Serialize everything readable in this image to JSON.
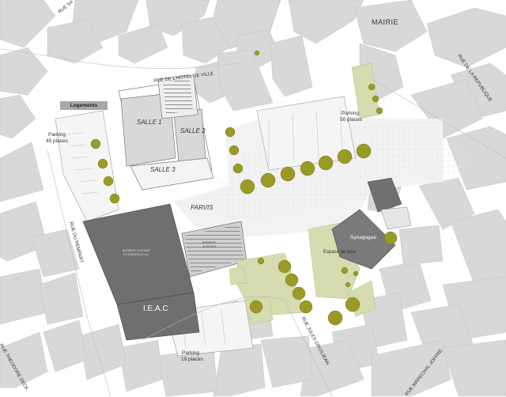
{
  "streets": {
    "hotel_de_ville": "RUE DE L'HOTEL DE VILLE",
    "republique": "RUE DE LA REPUBLIQUE",
    "rempart": "RUE DU REMPART",
    "theodore_deck": "RUE THEODORE DECK",
    "jules_grosjean": "RUE JULES GROSJEAN",
    "marechal_joffre": "RUE MARECHAL JOFFRE",
    "top_left_partial": "RUE SA"
  },
  "places": {
    "mairie": "MAIRIE",
    "logements": "Logements",
    "salle1": "SALLE 1",
    "salle2": "SALLE 2",
    "salle3": "SALLE 3",
    "parvis": "PARVIS",
    "synagogue": "Synagogue",
    "espace_jeux": "Espace de jeux",
    "ieac": "I.E.A.C",
    "batiment_a_line1": "BATIMENT EXISTANT",
    "batiment_a_line2": "EX-STATION I.E.A.C",
    "batiment_b_line1": "BATIMENT",
    "batiment_b_line2": "EXISTANT"
  },
  "parkings": {
    "west_title": "Parking",
    "west_count": "45 places",
    "east_title": "Parking",
    "east_count": "50 places",
    "south_title": "Parking",
    "south_count": "19 places"
  },
  "colors": {
    "building": "#d8d8d8",
    "building_dark": "#6f6f6f",
    "green_space": "#d6dcb0",
    "tree": "#9a9a26",
    "plaza": "#f2f2f2"
  }
}
